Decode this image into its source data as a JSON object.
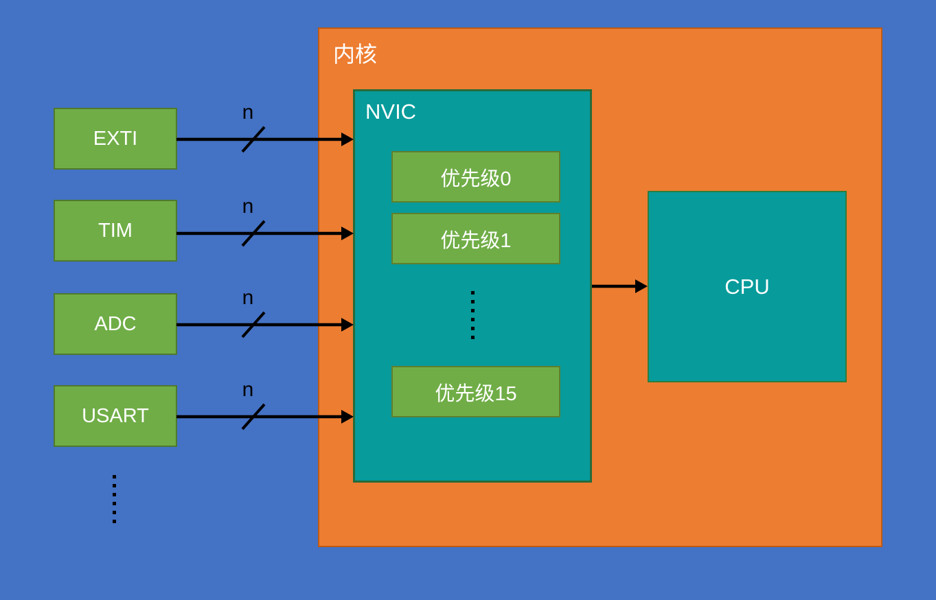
{
  "palette": {
    "background": "#4472C4",
    "green-fill": "#70AD47",
    "green-border": "#4F7A2B",
    "prio-border": "#5E7F2E",
    "orange-fill": "#ED7D31",
    "orange-border": "#C05A11",
    "teal-fill": "#089B9B",
    "nvic-border": "#276B3A",
    "cpu-border": "#2E7D3B",
    "label-text": "#FFFFFF",
    "arrow": "#000000"
  },
  "kernel": {
    "label": "内核"
  },
  "nvic": {
    "label": "NVIC",
    "priorities": [
      {
        "label": "优先级0"
      },
      {
        "label": "优先级1"
      },
      {
        "label": "优先级15"
      }
    ]
  },
  "cpu": {
    "label": "CPU"
  },
  "peripherals": [
    {
      "label": "EXTI",
      "bus_width": "n"
    },
    {
      "label": "TIM",
      "bus_width": "n"
    },
    {
      "label": "ADC",
      "bus_width": "n"
    },
    {
      "label": "USART",
      "bus_width": "n"
    }
  ]
}
